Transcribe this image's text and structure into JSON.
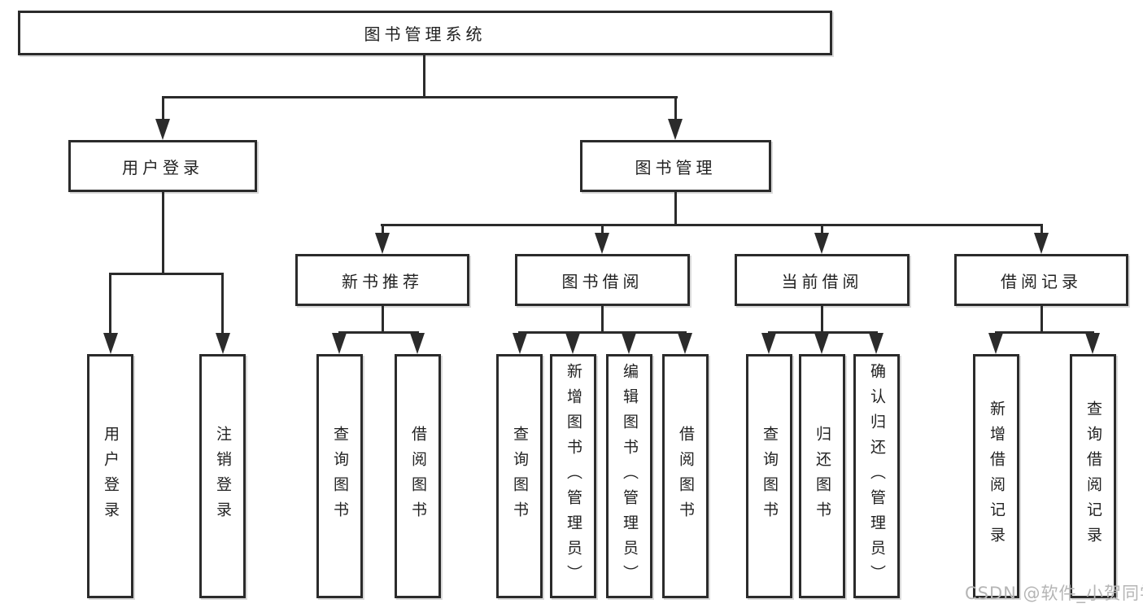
{
  "diagram": {
    "root": {
      "label": "图书管理系统"
    },
    "level2": [
      {
        "label": "用户登录"
      },
      {
        "label": "图书管理"
      }
    ],
    "level3": [
      {
        "label": "新书推荐"
      },
      {
        "label": "图书借阅"
      },
      {
        "label": "当前借阅"
      },
      {
        "label": "借阅记录"
      }
    ],
    "leaves": [
      {
        "label": "用户登录"
      },
      {
        "label": "注销登录"
      },
      {
        "label": "查询图书"
      },
      {
        "label": "借阅图书"
      },
      {
        "label": "查询图书"
      },
      {
        "label": "新增图书（管理员）"
      },
      {
        "label": "编辑图书（管理员）"
      },
      {
        "label": "借阅图书"
      },
      {
        "label": "查询图书"
      },
      {
        "label": "归还图书"
      },
      {
        "label": "确认归还（管理员）"
      },
      {
        "label": "新增借阅记录"
      },
      {
        "label": "查询借阅记录"
      }
    ]
  },
  "watermark": {
    "text": "CSDN @软件_小贺同学"
  },
  "colors": {
    "line": "#2b2b2b",
    "text": "#222222",
    "background": "#ffffff",
    "watermark": "#b5b5b5"
  }
}
